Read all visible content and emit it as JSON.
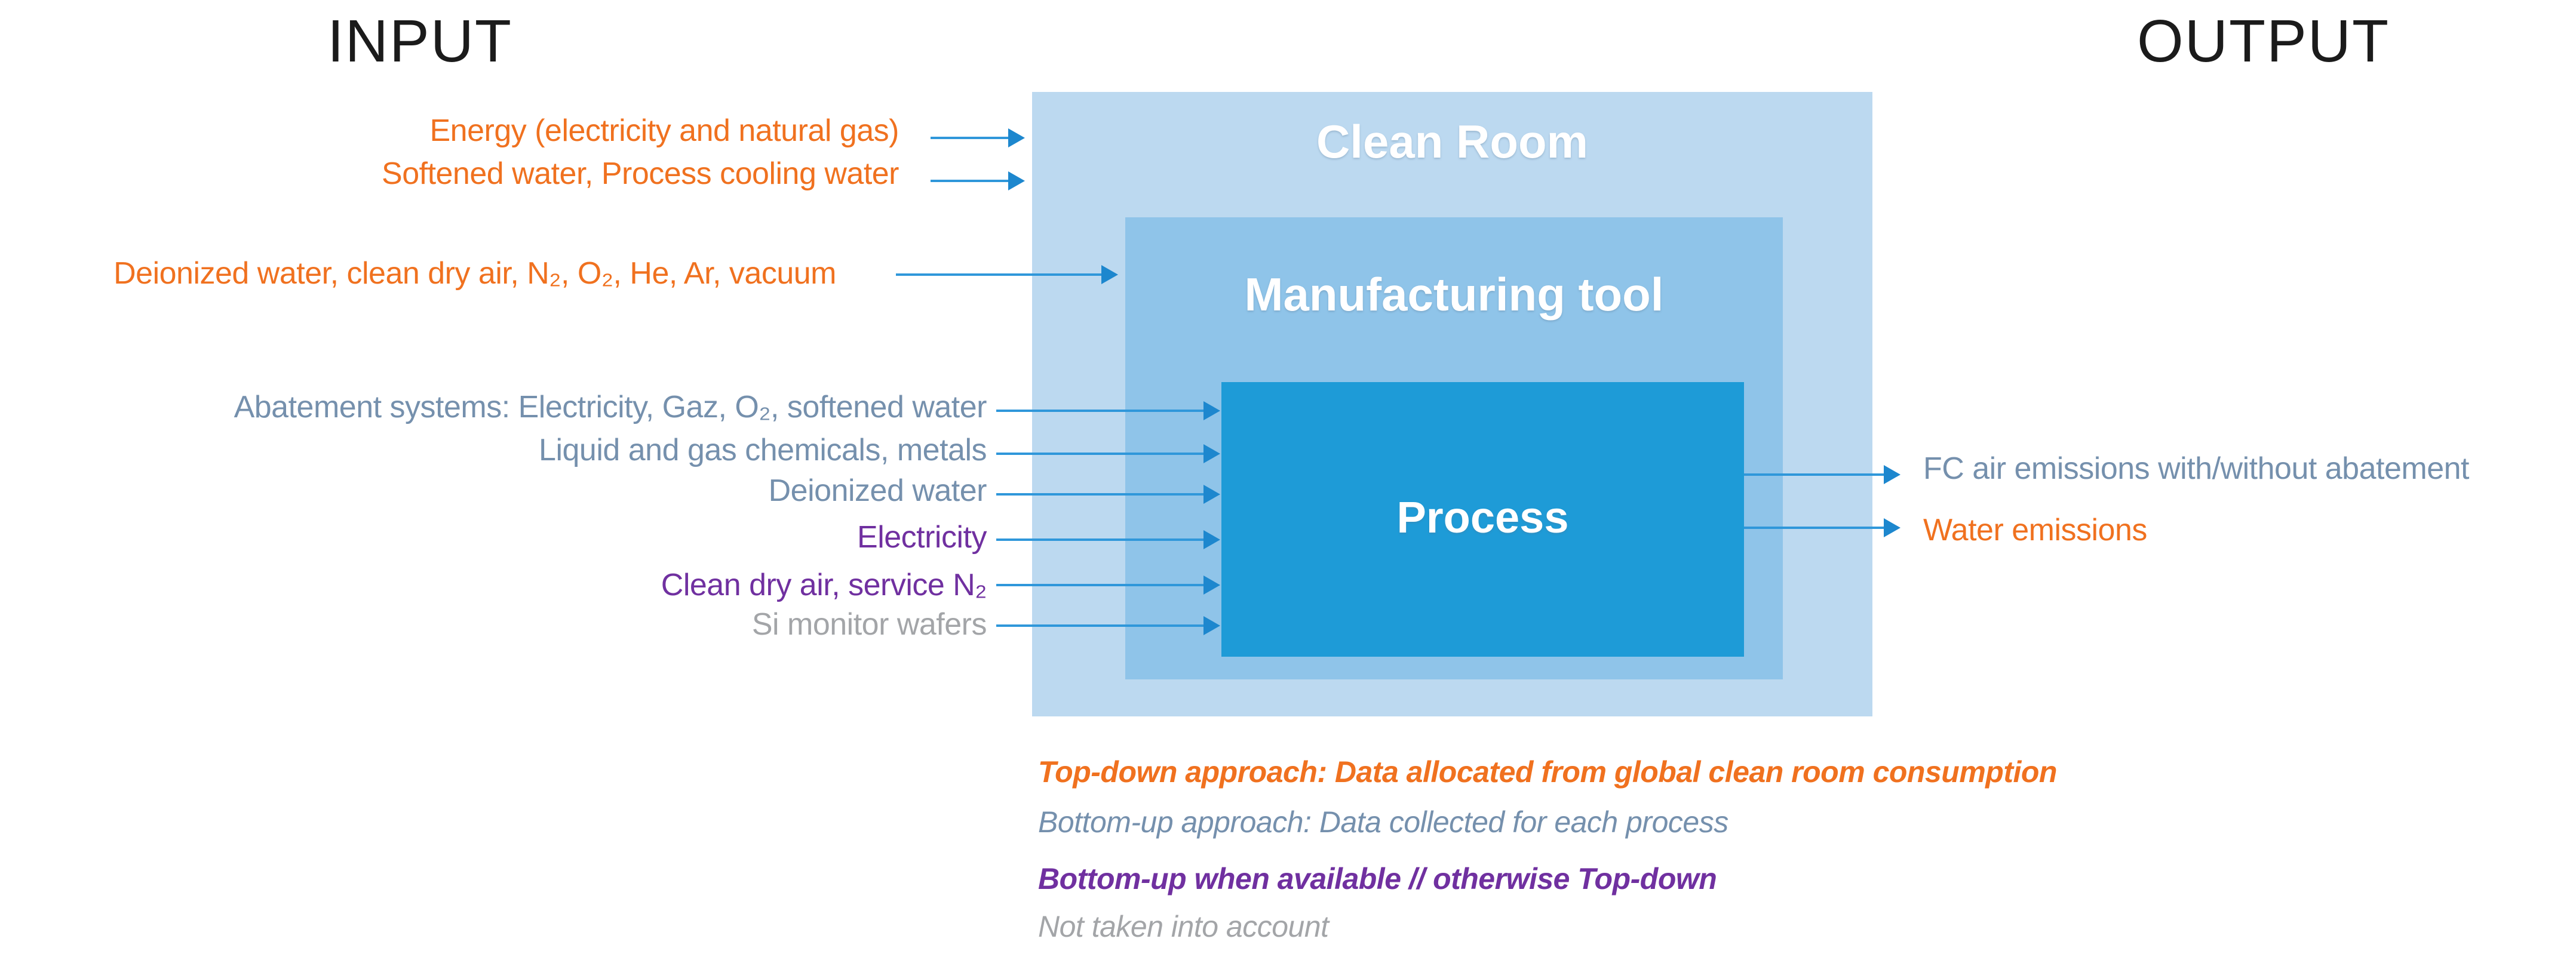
{
  "headings": {
    "input": "INPUT",
    "output": "OUTPUT"
  },
  "boxes": {
    "clean_room": {
      "title": "Clean Room",
      "fill": "#BCD9F0"
    },
    "manufacturing_tool": {
      "title": "Manufacturing tool",
      "fill": "#8FC4E9"
    },
    "process": {
      "title": "Process",
      "fill": "#1E9BD7"
    }
  },
  "inputs": [
    {
      "label": "Energy (electricity and natural gas)",
      "color": "orange",
      "target": "clean-room"
    },
    {
      "label": "Softened water, Process cooling water",
      "color": "orange",
      "target": "clean-room"
    },
    {
      "label": "Deionized water, clean dry air, N₂, O₂, He, Ar, vacuum",
      "color": "orange",
      "target": "manufacturing-tool"
    },
    {
      "label": "Abatement systems: Electricity, Gaz, O₂, softened water",
      "color": "blue-gray",
      "target": "process"
    },
    {
      "label": "Liquid and gas chemicals, metals",
      "color": "blue-gray",
      "target": "process"
    },
    {
      "label": "Deionized water",
      "color": "blue-gray",
      "target": "process"
    },
    {
      "label": "Electricity",
      "color": "purple",
      "target": "process"
    },
    {
      "label": "Clean dry air, service N₂",
      "color": "purple",
      "target": "process"
    },
    {
      "label": "Si monitor wafers",
      "color": "gray",
      "target": "process"
    }
  ],
  "outputs": [
    {
      "label": "FC air emissions with/without abatement",
      "color": "blue-gray"
    },
    {
      "label": "Water emissions",
      "color": "orange"
    }
  ],
  "legend": [
    {
      "label": "Top-down approach: Data allocated from global clean room consumption",
      "color": "orange",
      "bold": true
    },
    {
      "label": "Bottom-up approach: Data collected for each process",
      "color": "blue-gray",
      "bold": false
    },
    {
      "label": "Bottom-up when available // otherwise Top-down",
      "color": "purple",
      "bold": true
    },
    {
      "label": "Not taken into account",
      "color": "gray",
      "bold": false
    }
  ],
  "colors": {
    "orange": "#F0711F",
    "blue_gray": "#7590AD",
    "purple": "#7030A0",
    "gray": "#A3A5A8",
    "arrow_line": "#2F97DA",
    "arrow_head": "#1D87CE",
    "clean_room_fill": "#BCD9F0",
    "manufacturing_fill": "#8FC4E9",
    "process_fill": "#1E9BD7",
    "heading_text": "#1B1B1B",
    "box_title_text": "#FFFFFF"
  }
}
